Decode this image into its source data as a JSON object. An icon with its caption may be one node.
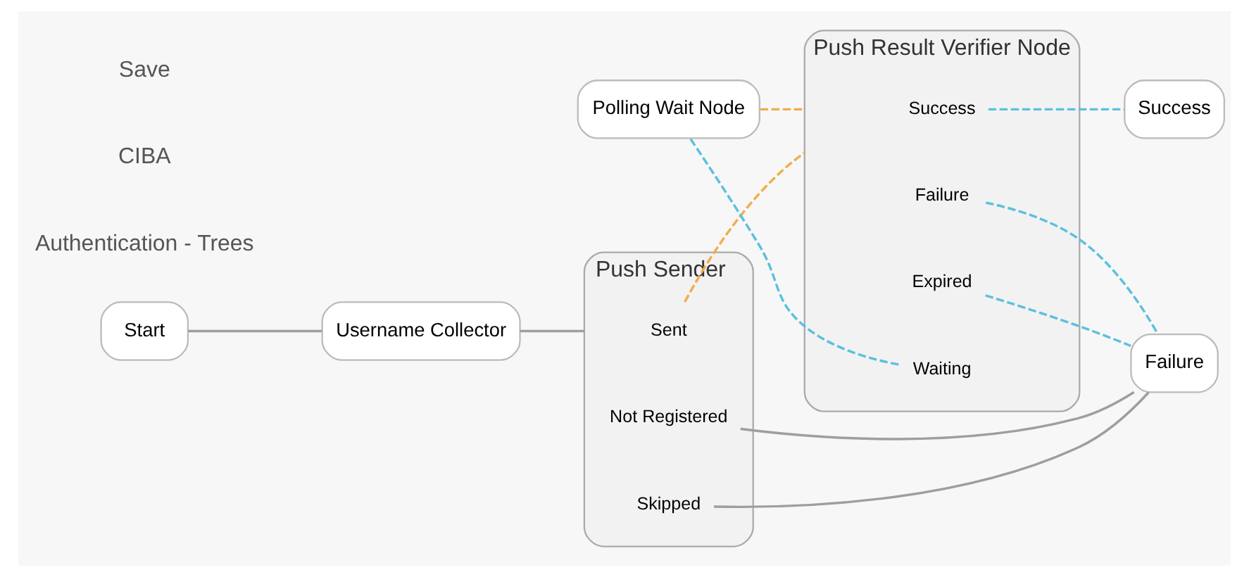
{
  "diagram": {
    "nodes": [
      {
        "text": [
          "Start"
        ]
      },
      {
        "text": [
          "Username Collector"
        ]
      },
      {
        "text": [
          "Push Sender"
        ]
      },
      {
        "text": [
          "Sent"
        ],
        "in": 2
      },
      {
        "text": [
          "Not Registered"
        ],
        "in": 2
      },
      {
        "text": [
          "Skipped"
        ],
        "in": 2
      },
      {
        "text": [
          "Polling Wait Node"
        ]
      },
      {
        "text": [
          "Push Result Verifier Node"
        ]
      },
      {
        "text": [
          "Success"
        ],
        "in": 7
      },
      {
        "text": [
          "Failure"
        ],
        "in": 7
      },
      {
        "text": [
          "Expired"
        ],
        "in": 7
      },
      {
        "text": [
          "Waiting"
        ],
        "in": 7
      },
      {
        "text": [
          "Success"
        ]
      },
      {
        "text": [
          "Failure"
        ]
      }
    ],
    "edges": [
      {
        "from": 0,
        "to": 1,
        "arrow": "none"
      },
      {
        "from": 1,
        "to": 2,
        "arrow": "none"
      },
      {
        "from": 3,
        "to": 7,
        "arrow": "none",
        "style": "dashed",
        "color": "#f0ad4e"
      },
      {
        "from": 6,
        "to": 7,
        "arrow": "none",
        "style": "dashed",
        "color": "#f0ad4e"
      },
      {
        "from": 4,
        "to": 13,
        "arrow": "none"
      },
      {
        "from": 5,
        "to": 13,
        "arrow": "none"
      },
      {
        "from": 8,
        "to": 12,
        "arrow": "none",
        "style": "dashed",
        "color": "#5bc0de"
      },
      {
        "from": 9,
        "to": 13,
        "arrow": "none",
        "style": "dashed",
        "color": "#5bc0de"
      },
      {
        "from": 10,
        "to": 13,
        "arrow": "none",
        "style": "dashed",
        "color": "#5bc0de"
      },
      {
        "from": 11,
        "to": 6,
        "arrow": "none",
        "style": "dashed",
        "color": "#5bc0de"
      }
    ],
    "labels": [
      "Authentication - Trees",
      "CIBA",
      "Save"
    ]
  }
}
